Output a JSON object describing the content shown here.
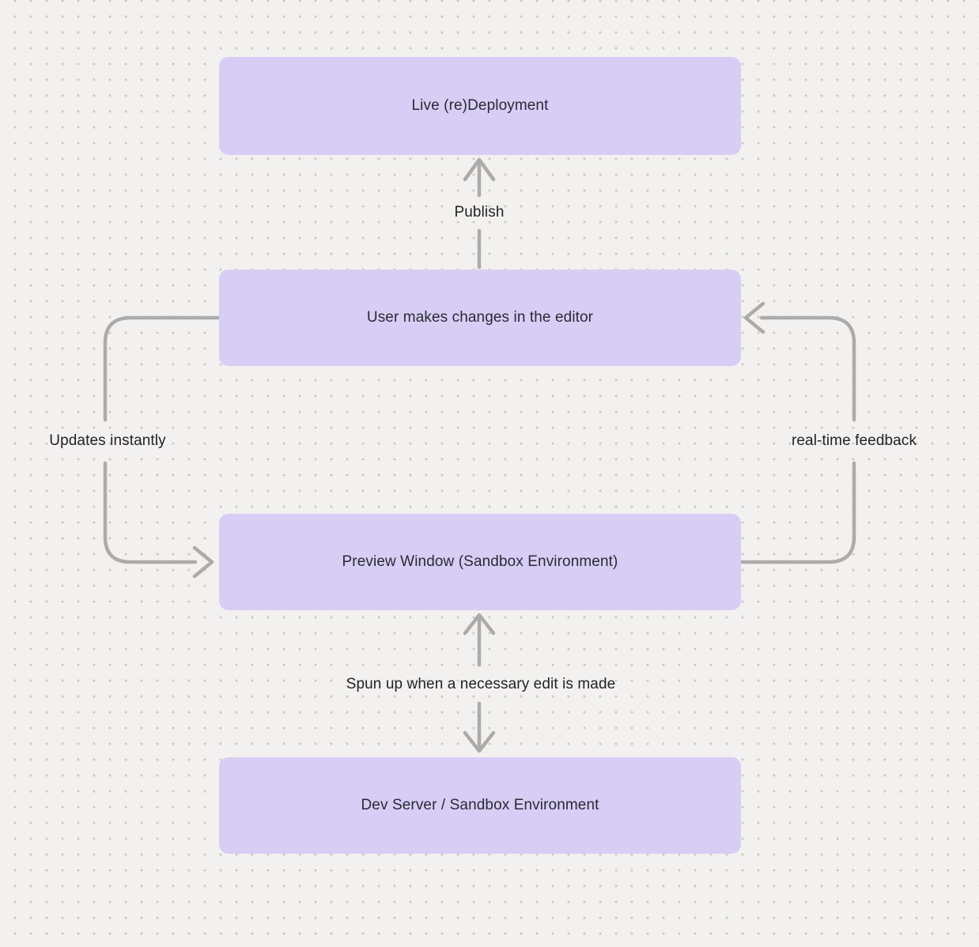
{
  "colors": {
    "canvas_background": "#f2f1ef",
    "grid_dot": "#c7c6c4",
    "node_fill": "#d7cdf5",
    "node_text": "#2b2a33",
    "connector": "#ababab",
    "connector_label_text": "#222327"
  },
  "diagram": {
    "nodes": [
      {
        "id": "live-redeployment",
        "label": "Live (re)Deployment"
      },
      {
        "id": "user-makes-changes",
        "label": "User makes changes in the editor"
      },
      {
        "id": "preview-window",
        "label": "Preview Window (Sandbox Environment)"
      },
      {
        "id": "dev-server",
        "label": "Dev Server / Sandbox Environment"
      }
    ],
    "connectors": [
      {
        "id": "publish",
        "label": "Publish",
        "from": "user-makes-changes",
        "to": "live-redeployment",
        "direction": "up"
      },
      {
        "id": "updates-instantly",
        "label": "Updates instantly",
        "from": "user-makes-changes",
        "to": "preview-window",
        "direction": "left-side-down"
      },
      {
        "id": "real-time-feedback",
        "label": "real-time feedback",
        "from": "preview-window",
        "to": "user-makes-changes",
        "direction": "right-side-up"
      },
      {
        "id": "spun-up",
        "label": "Spun up when a necessary edit is made",
        "from": "preview-window",
        "to": "dev-server",
        "direction": "bidirectional"
      }
    ]
  }
}
